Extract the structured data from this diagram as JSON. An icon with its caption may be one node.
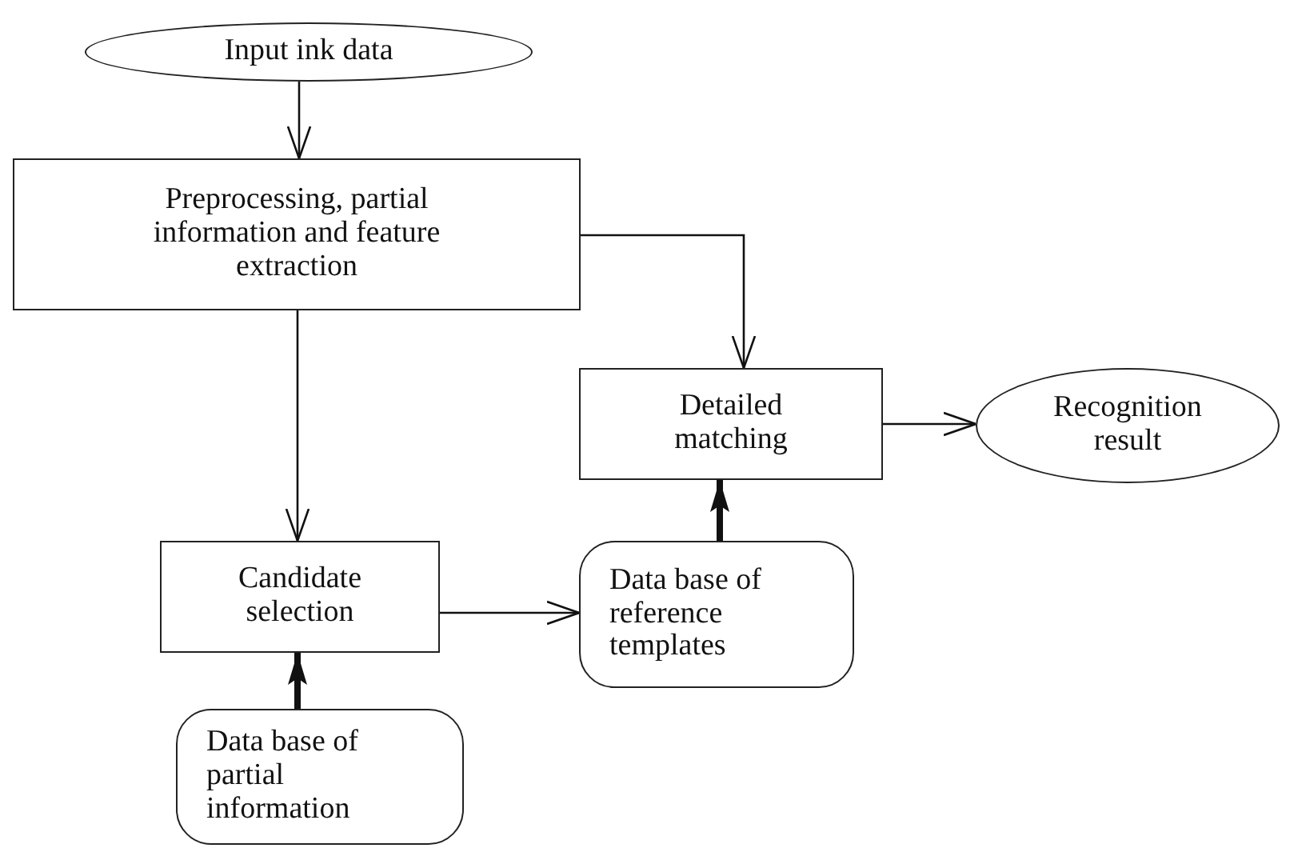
{
  "diagram": {
    "nodes": [
      {
        "text": [
          "Input ink data"
        ]
      },
      {
        "text": [
          "Preprocessing, partial information and feature extraction"
        ]
      },
      {
        "text": [
          "Detailed matching"
        ]
      },
      {
        "text": [
          "Recognition result"
        ]
      },
      {
        "text": [
          "Candidate selection"
        ]
      },
      {
        "text": [
          "Data base of reference templates"
        ]
      },
      {
        "text": [
          "Data base of partial information"
        ]
      }
    ],
    "edges": [
      {
        "from": 0,
        "to": 1,
        "arrow": "to"
      },
      {
        "from": 1,
        "to": 2,
        "arrow": "to"
      },
      {
        "from": 1,
        "to": 4,
        "arrow": "to"
      },
      {
        "from": 2,
        "to": 3,
        "arrow": "to"
      },
      {
        "from": 4,
        "to": 5,
        "arrow": "to"
      },
      {
        "from": 5,
        "to": 2,
        "arrow": "to",
        "style": "thick"
      },
      {
        "from": 6,
        "to": 4,
        "arrow": "to",
        "style": "thick"
      }
    ]
  }
}
